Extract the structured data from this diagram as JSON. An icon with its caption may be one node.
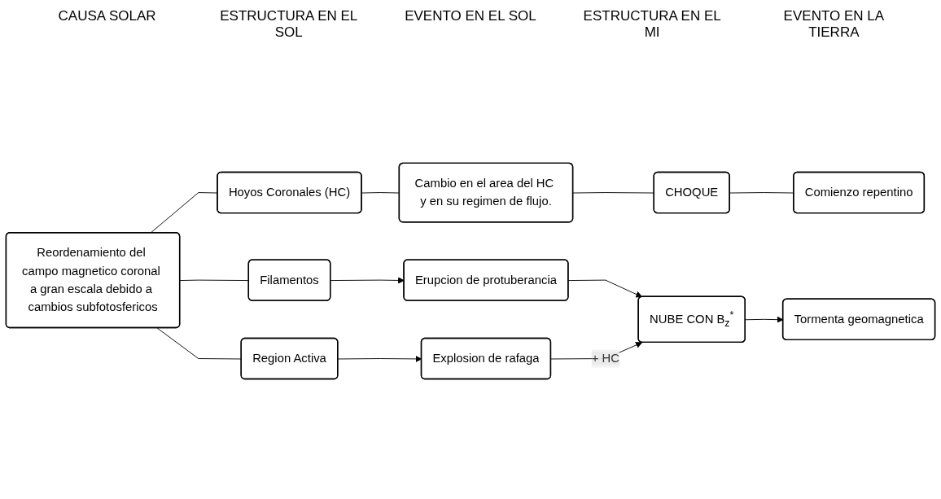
{
  "diagram": {
    "nodes": [
      {
        "text": [
          "Reordenamiento del campo magnetico coronal a gran escala debido a cambios subfotosfericos"
        ]
      },
      {
        "text": [
          "Hoyos Coronales (HC)"
        ]
      },
      {
        "text": [
          "Cambio en el area del HC y en su regimen de flujo."
        ]
      },
      {
        "text": [
          "CHOQUE"
        ]
      },
      {
        "text": [
          "Comienzo repentino"
        ]
      },
      {
        "text": [
          "Filamentos"
        ]
      },
      {
        "text": [
          "Erupcion de protuberancia"
        ]
      },
      {
        "text": [
          "Region Activa"
        ]
      },
      {
        "text": [
          "Explosion de rafaga"
        ]
      },
      {
        "text": [
          "NUBE CON B$_{z}$$^{*}$"
        ]
      },
      {
        "text": [
          "Tormenta geomagnetica"
        ]
      }
    ],
    "edges": [
      {
        "from": 0,
        "to": 1,
        "arrow": "none"
      },
      {
        "from": 1,
        "to": 2,
        "arrow": "none"
      },
      {
        "from": 2,
        "to": 3,
        "arrow": "none"
      },
      {
        "from": 3,
        "to": 4,
        "arrow": "none"
      },
      {
        "from": 0,
        "to": 5,
        "arrow": "none"
      },
      {
        "from": 5,
        "to": 6,
        "arrow": "to"
      },
      {
        "from": 0,
        "to": 7,
        "arrow": "none"
      },
      {
        "from": 7,
        "to": 8,
        "arrow": "to"
      },
      {
        "from": 6,
        "to": 9,
        "arrow": "to"
      },
      {
        "from": 8,
        "to": 9,
        "label": "+ HC",
        "arrow": "to"
      },
      {
        "from": 9,
        "to": 10,
        "arrow": "to"
      }
    ],
    "labels": [
      "CAUSA SOLAR",
      "ESTRUCTURA EN EL SOL",
      "EVENTO EN EL SOL",
      "ESTRUCTURA EN EL MI",
      "EVENTO EN LA TIERRA"
    ]
  }
}
